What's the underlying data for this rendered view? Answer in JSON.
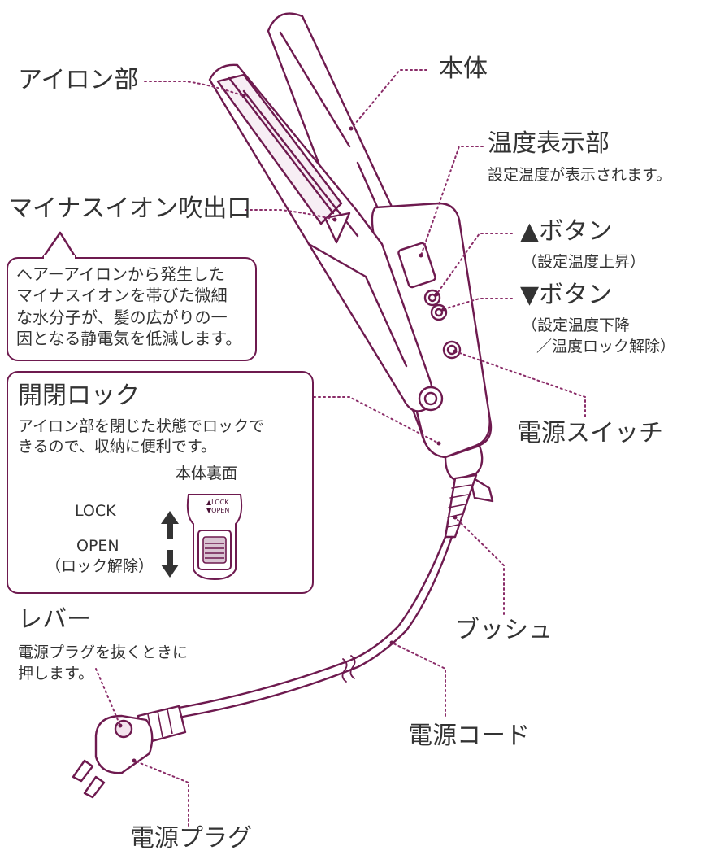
{
  "colors": {
    "outline": "#6e1a4f",
    "leader": "#8a2c68",
    "text": "#333333"
  },
  "labels": {
    "iron_part": "アイロン部",
    "body": "本体",
    "temp_display_title": "温度表示部",
    "temp_display_desc": "設定温度が表示されます。",
    "minus_ion_outlet": "マイナスイオン吹出口",
    "up_button_title": "▲ボタン",
    "up_button_desc": "（設定温度上昇）",
    "down_button_title": "▼ボタン",
    "down_button_desc_1": "（設定温度下降",
    "down_button_desc_2": "／温度ロック解除）",
    "power_switch": "電源スイッチ",
    "bushing": "ブッシュ",
    "lever_title": "レバー",
    "lever_desc_1": "電源プラグを抜くときに",
    "lever_desc_2": "押します。",
    "power_cord": "電源コード",
    "power_plug": "電源プラグ"
  },
  "ion_note": {
    "lines": [
      "ヘアーアイロンから発生した",
      "マイナスイオンを帯びた微細",
      "な水分子が、髪の広がりの一",
      "因となる静電気を低減します。"
    ]
  },
  "lock_box": {
    "title": "開閉ロック",
    "desc_1": "アイロン部を閉じた状態でロックで",
    "desc_2": "きるので、収納に便利です。",
    "back_label": "本体裏面",
    "lock_label": "LOCK",
    "open_label": "OPEN",
    "open_note": "（ロック解除）",
    "switch_lock": "▲LOCK",
    "switch_open": "▼OPEN"
  }
}
